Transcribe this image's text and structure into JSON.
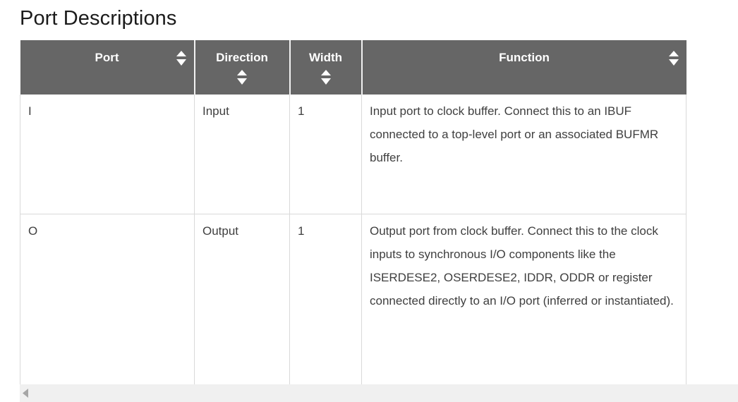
{
  "page": {
    "title": "Port Descriptions"
  },
  "table": {
    "columns": [
      {
        "label": "Port",
        "sortable": true,
        "sort_icon": "sort-updown-icon",
        "arrows": "spread"
      },
      {
        "label": "Direction",
        "sortable": true,
        "sort_icon": "sort-updown-icon",
        "arrows": "stack"
      },
      {
        "label": "Width",
        "sortable": true,
        "sort_icon": "sort-updown-icon",
        "arrows": "stack"
      },
      {
        "label": "Function",
        "sortable": true,
        "sort_icon": "sort-updown-icon",
        "arrows": "spread"
      }
    ],
    "rows": [
      {
        "port": "I",
        "direction": "Input",
        "width": "1",
        "function": "Input port to clock buffer. Connect this to an IBUF connected to a top-level port or an associated BUFMR buffer."
      },
      {
        "port": "O",
        "direction": "Output",
        "width": "1",
        "function": "Output port from clock buffer. Connect this to the clock inputs to synchronous I/O components like the ISERDESE2, OSERDESE2, IDDR, ODDR or register connected directly to an I/O port (inferred or instantiated)."
      }
    ]
  },
  "scrollbar": {
    "left_arrow_icon": "triangle-left-icon"
  },
  "colors": {
    "header_background": "#666666",
    "header_text": "#ffffff",
    "body_text": "#3f3f3f",
    "title_text": "#1b1b1b",
    "cell_border": "#d9d9d9",
    "scrollbar_track": "#f0f0f0",
    "scrollbar_arrow": "#a6a6a6"
  }
}
